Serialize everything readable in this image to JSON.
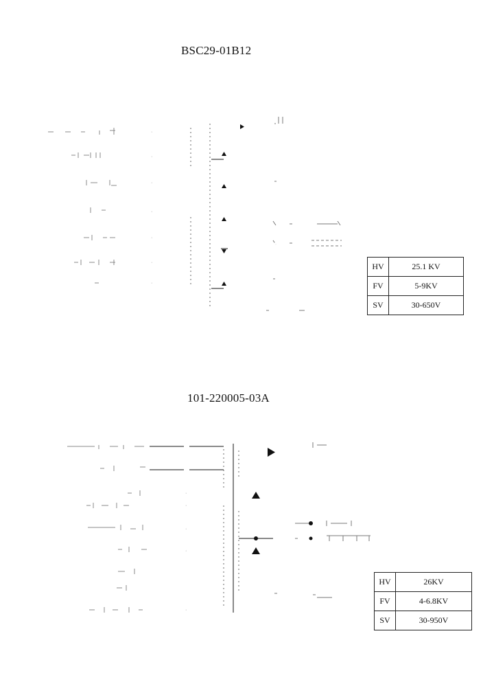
{
  "diagram1": {
    "title": "BSC29-01B12",
    "specs": [
      {
        "key": "HV",
        "value": "25.1 KV"
      },
      {
        "key": "FV",
        "value": "5-9KV"
      },
      {
        "key": "SV",
        "value": "30-650V"
      }
    ]
  },
  "diagram2": {
    "title": "101-220005-03A",
    "specs": [
      {
        "key": "HV",
        "value": "26KV"
      },
      {
        "key": "FV",
        "value": "4-6.8KV"
      },
      {
        "key": "SV",
        "value": "30-950V"
      }
    ]
  },
  "colors": {
    "ink": "#111111",
    "faint": "#777777",
    "background": "#ffffff"
  }
}
